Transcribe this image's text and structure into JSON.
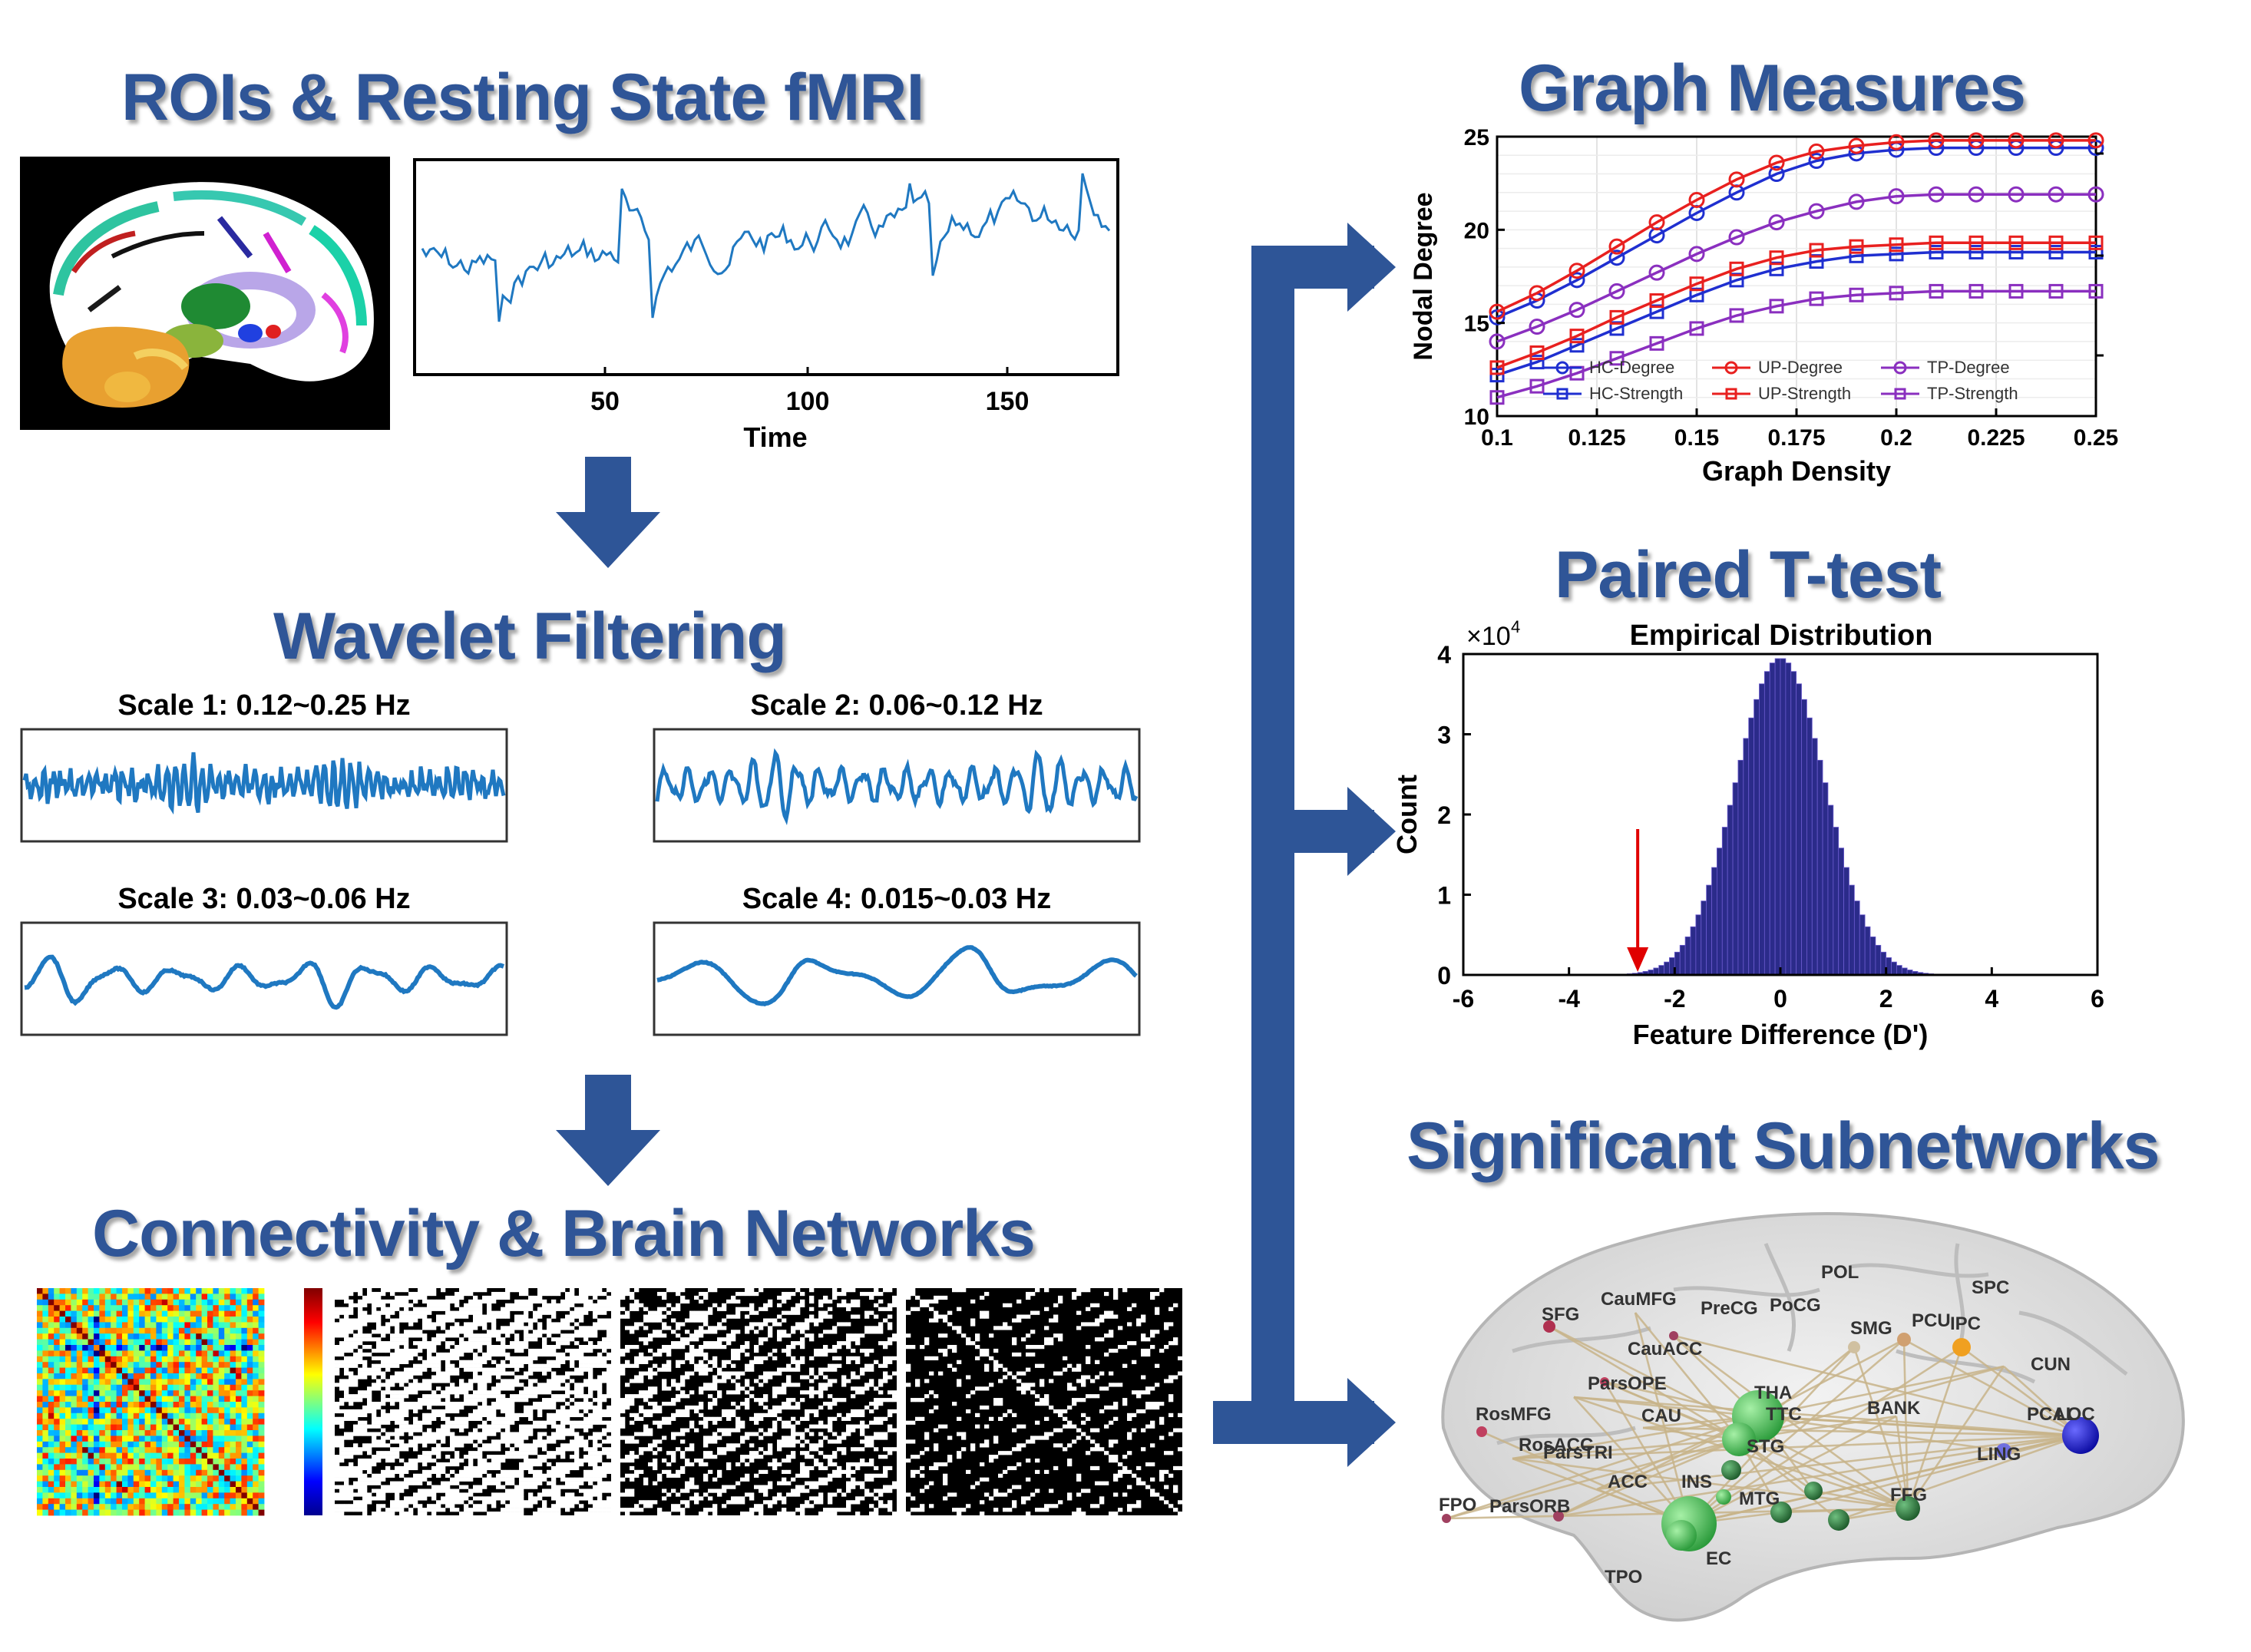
{
  "titles": {
    "rois": "ROIs & Resting State fMRI",
    "wavelet": "Wavelet Filtering",
    "connectivity": "Connectivity & Brain Networks",
    "graph": "Graph Measures",
    "ttest": "Paired T-test",
    "subnet": "Significant Subnetworks"
  },
  "fmri_plot": {
    "xlabel": "Time",
    "ticks": [
      "50",
      "100",
      "150"
    ]
  },
  "wavelet_scales": [
    {
      "label": "Scale 1: 0.12~0.25 Hz"
    },
    {
      "label": "Scale 2: 0.06~0.12 Hz"
    },
    {
      "label": "Scale 3: 0.03~0.06 Hz"
    },
    {
      "label": "Scale 4: 0.015~0.03 Hz"
    }
  ],
  "colors": {
    "title": "#2f5597",
    "arrow": "#2e5597",
    "signal": "#1f78c1",
    "hist": "#2b2b8a"
  },
  "chart_data": [
    {
      "type": "line",
      "xlabel": "Graph Density",
      "ylabel": "Nodal Degree",
      "xlim": [
        0.1,
        0.25
      ],
      "ylim": [
        10,
        25
      ],
      "xticks": [
        "0.1",
        "0.125",
        "0.15",
        "0.175",
        "0.2",
        "0.225",
        "0.25"
      ],
      "yticks": [
        "10",
        "15",
        "20",
        "25"
      ],
      "x": [
        0.1,
        0.11,
        0.12,
        0.13,
        0.14,
        0.15,
        0.16,
        0.17,
        0.18,
        0.19,
        0.2,
        0.21,
        0.22,
        0.23,
        0.24,
        0.25
      ],
      "series": [
        {
          "name": "HC-Degree",
          "color": "#1f2fd0",
          "marker": "circle",
          "values": [
            15.3,
            16.2,
            17.3,
            18.5,
            19.7,
            20.9,
            22.0,
            23.0,
            23.7,
            24.1,
            24.3,
            24.4,
            24.4,
            24.4,
            24.4,
            24.4
          ]
        },
        {
          "name": "UP-Degree",
          "color": "#e8201f",
          "marker": "circle",
          "values": [
            15.6,
            16.6,
            17.8,
            19.1,
            20.4,
            21.6,
            22.7,
            23.6,
            24.2,
            24.5,
            24.7,
            24.8,
            24.8,
            24.8,
            24.8,
            24.8
          ]
        },
        {
          "name": "TP-Degree",
          "color": "#8a2fbf",
          "marker": "circle",
          "values": [
            14.0,
            14.8,
            15.7,
            16.7,
            17.7,
            18.7,
            19.6,
            20.4,
            21.0,
            21.5,
            21.8,
            21.9,
            21.9,
            21.9,
            21.9,
            21.9
          ]
        },
        {
          "name": "HC-Strength",
          "color": "#1f2fd0",
          "marker": "square",
          "values": [
            12.2,
            12.9,
            13.8,
            14.7,
            15.6,
            16.5,
            17.3,
            17.9,
            18.3,
            18.6,
            18.7,
            18.8,
            18.8,
            18.8,
            18.8,
            18.8
          ]
        },
        {
          "name": "UP-Strength",
          "color": "#e8201f",
          "marker": "square",
          "values": [
            12.6,
            13.4,
            14.3,
            15.3,
            16.2,
            17.1,
            17.9,
            18.5,
            18.9,
            19.1,
            19.2,
            19.3,
            19.3,
            19.3,
            19.3,
            19.3
          ]
        },
        {
          "name": "TP-Strength",
          "color": "#8a2fbf",
          "marker": "square",
          "values": [
            11.0,
            11.6,
            12.3,
            13.1,
            13.9,
            14.7,
            15.4,
            15.9,
            16.3,
            16.5,
            16.6,
            16.7,
            16.7,
            16.7,
            16.7,
            16.7
          ]
        }
      ]
    },
    {
      "type": "bar",
      "title": "Empirical Distribution",
      "xlabel": "Feature Difference (D')",
      "ylabel": "Count",
      "multiplier": "×10",
      "exponent": "4",
      "xlim": [
        -6,
        6
      ],
      "ylim": [
        0,
        4
      ],
      "xticks": [
        "-6",
        "-4",
        "-2",
        "0",
        "2",
        "4",
        "6"
      ],
      "yticks": [
        "0",
        "1",
        "2",
        "3",
        "4"
      ],
      "mean": 0,
      "sd": 0.85,
      "peak": 3.95,
      "marker_x": -2.7
    }
  ],
  "subnetwork_labels": [
    "POL",
    "SPC",
    "CauMFG",
    "PreCG",
    "PoCG",
    "SFG",
    "SMG",
    "PCU",
    "IPC",
    "CauACC",
    "CUN",
    "ParsOPE",
    "THA",
    "BANK",
    "RosMFG",
    "CAU",
    "TTC",
    "PCAL",
    "LOC",
    "RosACC",
    "ParsTRI",
    "STG",
    "ACC",
    "INS",
    "LING",
    "FPO",
    "ParsORB",
    "MTG",
    "FFG",
    "EC",
    "TPO"
  ]
}
